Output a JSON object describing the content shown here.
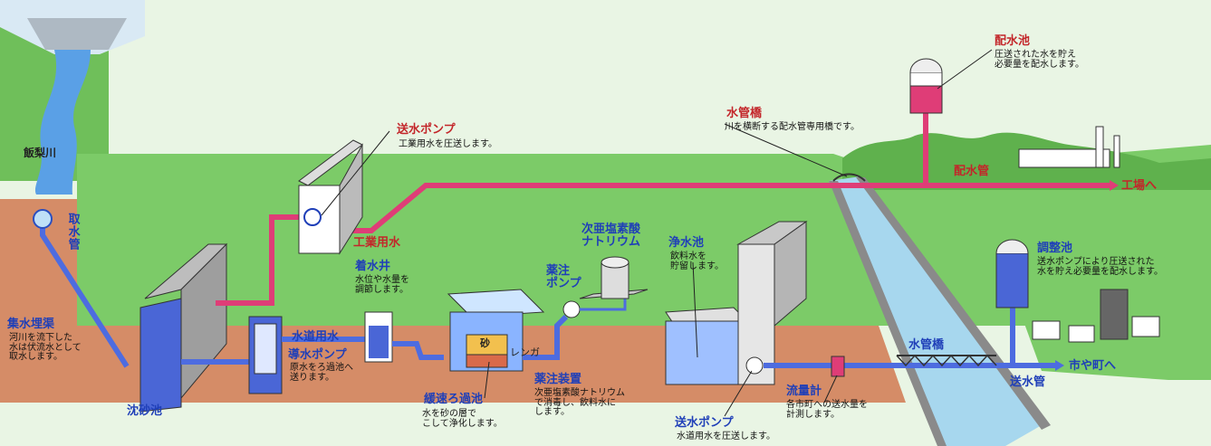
{
  "colors": {
    "sky": "#e9f5e4",
    "grass": "#7ccb68",
    "soil": "#d58c67",
    "water_blue": "#4a66d6",
    "pipe_pink": "#df3d77",
    "pipe_blue": "#4d6ce0",
    "river": "#a7d7ee"
  },
  "labels": {
    "river_name": "飯梨川",
    "intake_pipe": "取水管",
    "shusui_title": "集水埋渠",
    "shusui_desc": "河川を流下した\n水は伏流水として\n取水します。",
    "chinsachi": "沈砂池",
    "dosui_pump_title": "導水ポンプ",
    "dosui_pump_desc": "原水をろ過池へ\n送ります。",
    "suido_yosui": "水道用水",
    "chakusui_title": "着水井",
    "chakusui_desc": "水位や水量を\n調節します。",
    "kogyo_yosui": "工業用水",
    "soui_pump1_title": "送水ポンプ",
    "soui_pump1_desc": "工業用水を圧送します。",
    "sand": "砂",
    "renga": "レンガ",
    "kansoku_title": "緩速ろ過池",
    "kansoku_desc": "水を砂の層で\nこして浄化します。",
    "jiaen_title": "次亜塩素酸\nナトリウム",
    "yakuchu_pump": "薬注\nポンプ",
    "yakuchu_title": "薬注装置",
    "yakuchu_desc": "次亜塩素酸ナトリウム\nで消毒し、飲料水に\nします。",
    "josui_title": "浄水池",
    "josui_desc": "飲料水を\n貯留します。",
    "soui_pump2_title": "送水ポンプ",
    "soui_pump2_desc": "水道用水を圧送します。",
    "ryuryo_title": "流量計",
    "ryuryo_desc": "各市町への送水量を\n計測します。",
    "suikan_bridge_upper_title": "水管橋",
    "suikan_bridge_upper_desc": "川を横断する配水管専用橋です。",
    "haisui_pond_title": "配水池",
    "haisui_pond_desc": "圧送された水を貯え\n必要量を配水します。",
    "haisui_pipe": "配水管",
    "factory": "工場へ",
    "chosei_title": "調整池",
    "chosei_desc": "送水ポンプにより圧送された\n水を貯え必要量を配水します。",
    "suikan_bridge_lower": "水管橋",
    "sosui_pipe": "送水管",
    "towns": "市や町へ"
  }
}
